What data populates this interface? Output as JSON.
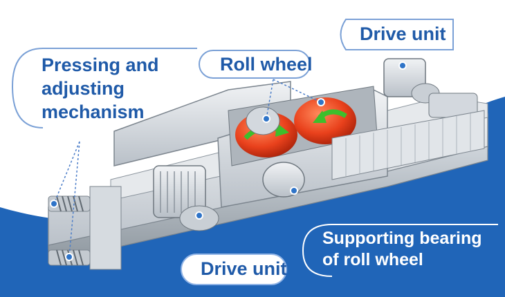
{
  "labels": {
    "pressing": [
      "Pressing and",
      "adjusting",
      "mechanism"
    ],
    "roll_wheel": "Roll wheel",
    "drive_unit_top": "Drive unit",
    "drive_unit_bottom": "Drive unit",
    "supporting": [
      "Supporting bearing",
      "of roll wheel"
    ]
  },
  "colors": {
    "label_text": "#1f5aa8",
    "bottom_band": "#2065b8",
    "machine_body": "#dde1e6",
    "roller": "#e9411c",
    "rotation_arrow": "#3dbf2c",
    "callout_marker": "#2f74c8"
  }
}
